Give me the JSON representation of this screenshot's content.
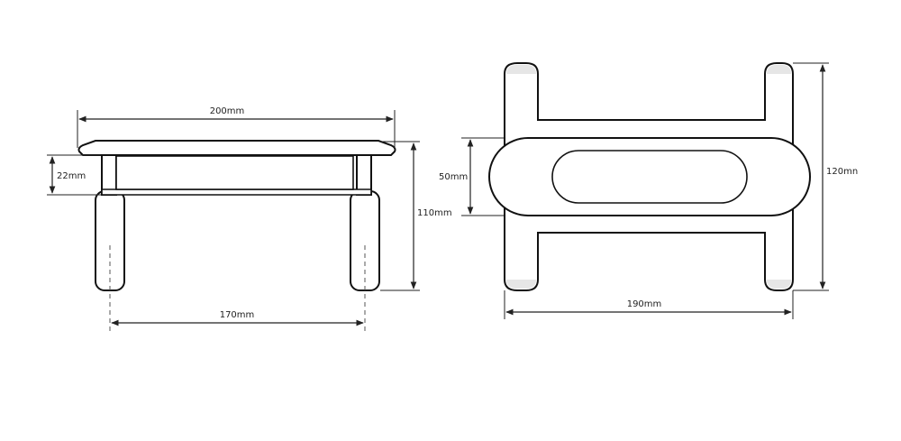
{
  "side_view": {
    "width_label": "200mm",
    "plate_height_label": "22mm",
    "total_height_label": "110mm",
    "pin_spacing_label": "170mm"
  },
  "top_view": {
    "plate_height_label": "50mm",
    "total_height_label": "120mn",
    "width_label": "190mm"
  },
  "colors": {
    "line": "#111111",
    "background": "#ffffff"
  }
}
